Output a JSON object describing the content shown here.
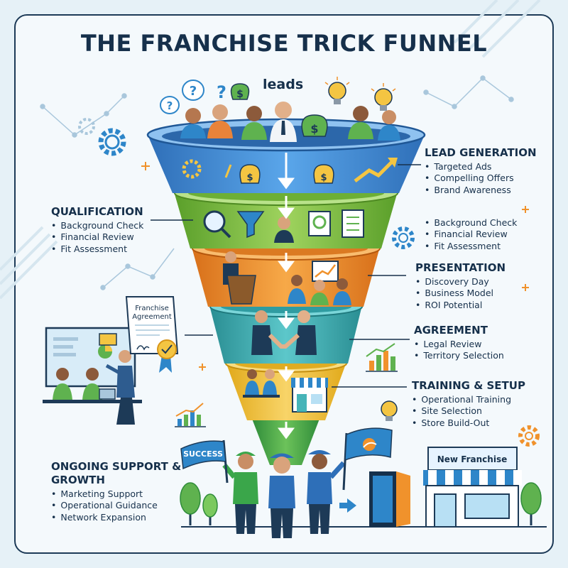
{
  "title": "THE FRANCHISE TRICK FUNNEL",
  "top_label": "leads",
  "stages": [
    {
      "heading": "LEAD GENERATION",
      "items": [
        "Targeted Ads",
        "Compelling Offers",
        "Brand Awareness"
      ],
      "color": "#4a90d9"
    },
    {
      "heading": "QUALIFICATION",
      "items": [
        "Background Check",
        "Financial Review",
        "Fit Assessment"
      ],
      "color": "#8cc84b"
    },
    {
      "heading": "",
      "items": [
        "Background Check",
        "Financial Review",
        "Fit Assessment"
      ]
    },
    {
      "heading": "PRESENTATION",
      "items": [
        "Discovery Day",
        "Business Model",
        "ROI Potential"
      ],
      "color": "#f0922c"
    },
    {
      "heading": "AGREEMENT",
      "items": [
        "Legal Review",
        "Territory Selection"
      ],
      "color": "#46b4b8"
    },
    {
      "heading": "TRAINING & SETUP",
      "items": [
        "Operational Training",
        "Site Selection",
        "Store Build-Out"
      ],
      "color": "#f4c542"
    },
    {
      "heading": "ONGOING SUPPORT & GROWTH",
      "items": [
        "Marketing Support",
        "Operational Guidance",
        "Network Expansion"
      ],
      "color": "#3aa64a"
    }
  ],
  "document_title": "Franchise Agreement",
  "flag_label": "SUCCESS",
  "store_sign": "New Franchise",
  "icons": [
    "question-icon",
    "money-bag-icon",
    "lightbulb-icon",
    "gear-icon",
    "magnifier-icon",
    "filter-icon",
    "clipboard-icon",
    "podium-icon",
    "chart-icon",
    "handshake-icon",
    "certificate-icon",
    "storefront-icon",
    "door-icon",
    "tree-icon",
    "flag-icon",
    "arrow-down-icon"
  ],
  "colors": {
    "navy": "#16304b",
    "blue": "#4a90d9",
    "green": "#8cc84b",
    "orange": "#f0922c",
    "teal": "#46b4b8",
    "yellow": "#f4c542",
    "bottom_green": "#3aa64a",
    "background": "#f4f9fc"
  }
}
